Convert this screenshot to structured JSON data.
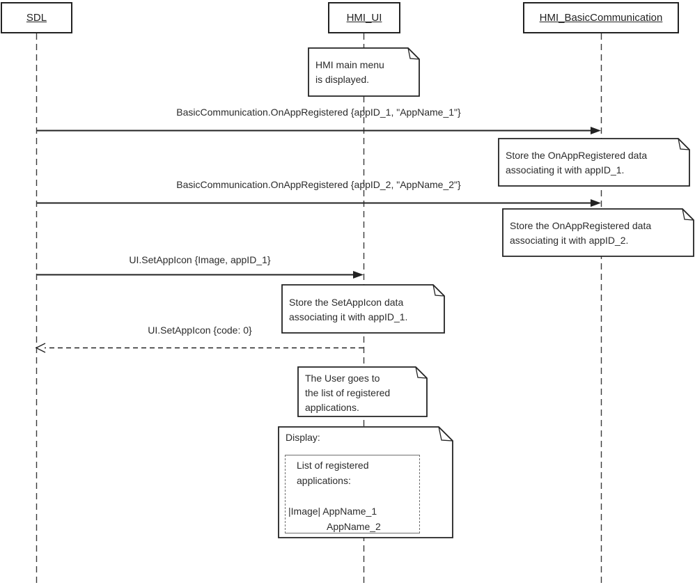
{
  "diagram": {
    "actors": [
      {
        "label": "SDL"
      },
      {
        "label": "HMI_UI"
      },
      {
        "label": "HMI_BasicCommunication"
      }
    ],
    "messages": [
      {
        "label": "BasicCommunication.OnAppRegistered {appID_1, \"AppName_1\"}"
      },
      {
        "label": "BasicCommunication.OnAppRegistered {appID_2, \"AppName_2\"}"
      },
      {
        "label": "UI.SetAppIcon {Image, appID_1}"
      },
      {
        "label": "UI.SetAppIcon {code: 0}"
      }
    ],
    "notes": [
      {
        "text": "HMI main menu\nis displayed."
      },
      {
        "text": "Store the OnAppRegistered data\nassociating it with appID_1."
      },
      {
        "text": "Store the OnAppRegistered data\nassociating it with appID_2."
      },
      {
        "text": "Store the SetAppIcon data\nassociating it with appID_1."
      },
      {
        "text": "The User goes to\nthe list of registered\napplications."
      },
      {
        "title": "Display:",
        "box_lines": [
          "List of registered",
          "applications:",
          "",
          "|Image| AppName_1",
          "AppName_2"
        ]
      }
    ]
  }
}
